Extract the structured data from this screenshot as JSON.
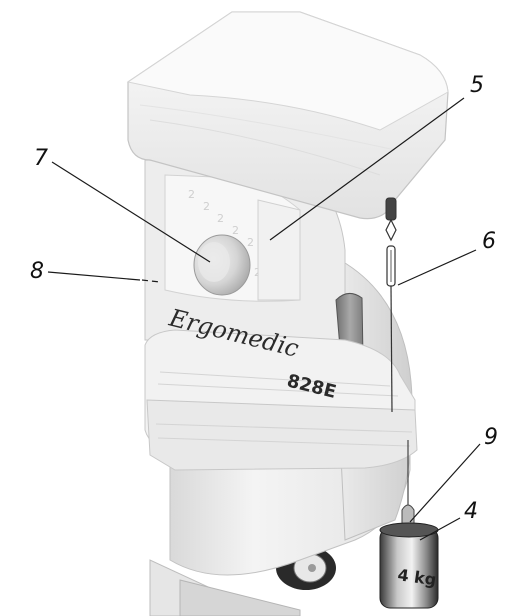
{
  "diagram": {
    "brand_text": "Ergomedic",
    "model_text": "828E",
    "weight_label": "4 kg",
    "callouts": [
      {
        "id": "5",
        "label": "5"
      },
      {
        "id": "6",
        "label": "6"
      },
      {
        "id": "7",
        "label": "7"
      },
      {
        "id": "8",
        "label": "8"
      },
      {
        "id": "9",
        "label": "9"
      },
      {
        "id": "4",
        "label": "4"
      }
    ]
  }
}
